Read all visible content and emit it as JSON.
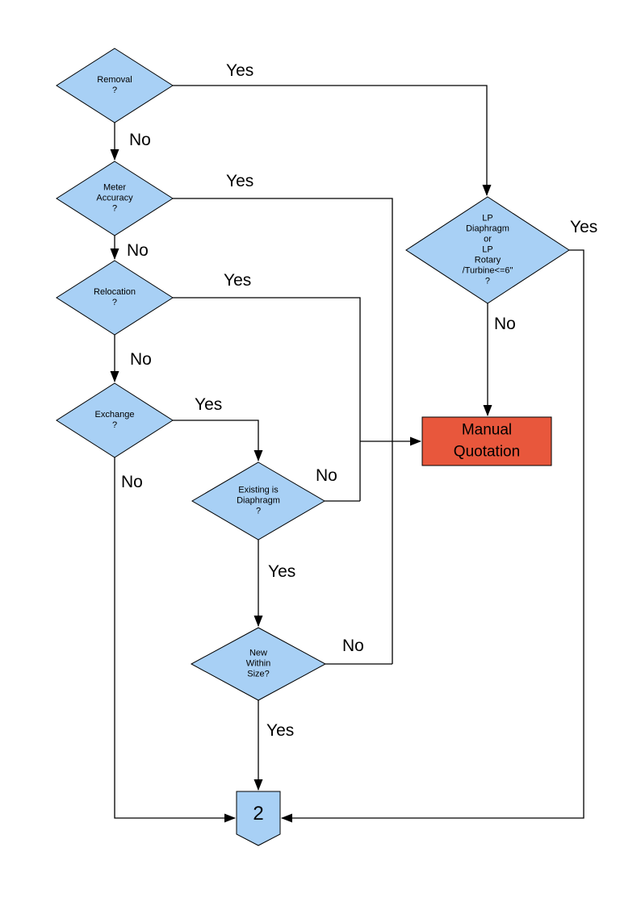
{
  "nodes": {
    "removal": "Removal\n?",
    "meter_accuracy": "Meter\nAccuracy\n?",
    "relocation": "Relocation\n?",
    "exchange": "Exchange\n?",
    "existing_diaphragm": "Existing is\nDiaphragm\n?",
    "new_within_size": "New\nWithin\nSize?",
    "lp_meter": "LP\nDiaphragm\nor\nLP\nRotary\n/Turbine<=6\"\n?",
    "manual_quotation": "Manual\nQuotation",
    "offpage_connector": "2"
  },
  "edges": {
    "removal_yes": "Yes",
    "removal_no": "No",
    "meter_accuracy_yes": "Yes",
    "meter_accuracy_no": "No",
    "relocation_yes": "Yes",
    "relocation_no": "No",
    "exchange_yes": "Yes",
    "exchange_no": "No",
    "existing_diaphragm_no": "No",
    "existing_diaphragm_yes": "Yes",
    "new_within_size_no": "No",
    "new_within_size_yes": "Yes",
    "lp_yes": "Yes",
    "lp_no": "No"
  },
  "colors": {
    "decision_fill": "#A8D0F5",
    "terminal_fill": "#E8573C",
    "connector_fill": "#A8D0F5",
    "line": "#000000",
    "background": "#FFFFFF"
  }
}
